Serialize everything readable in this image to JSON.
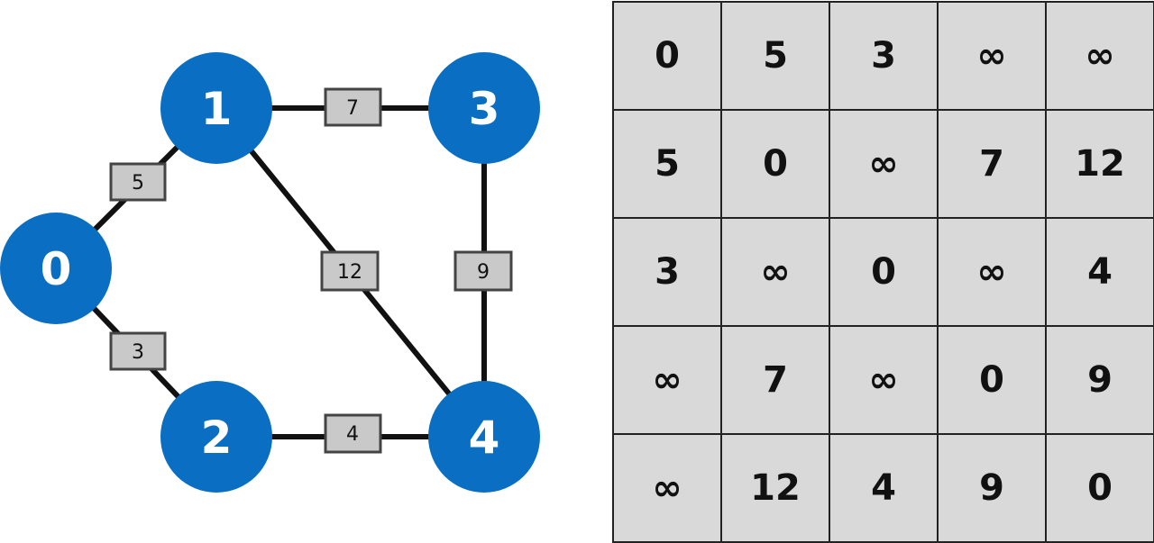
{
  "colors": {
    "node_fill": "#0a6fc2",
    "edge": "#111111",
    "weight_box_fill": "#c9c9c9",
    "weight_box_stroke": "#444444",
    "cell_fill": "#d9d9d9",
    "grid_line": "#222222"
  },
  "graph": {
    "nodes": [
      {
        "id": "0",
        "label": "0"
      },
      {
        "id": "1",
        "label": "1"
      },
      {
        "id": "2",
        "label": "2"
      },
      {
        "id": "3",
        "label": "3"
      },
      {
        "id": "4",
        "label": "4"
      }
    ],
    "edges": [
      {
        "from": "0",
        "to": "1",
        "weight": "5"
      },
      {
        "from": "0",
        "to": "2",
        "weight": "3"
      },
      {
        "from": "1",
        "to": "3",
        "weight": "7"
      },
      {
        "from": "1",
        "to": "4",
        "weight": "12"
      },
      {
        "from": "3",
        "to": "4",
        "weight": "9"
      },
      {
        "from": "2",
        "to": "4",
        "weight": "4"
      }
    ]
  },
  "matrix": {
    "rows": [
      [
        "0",
        "5",
        "3",
        "∞",
        "∞"
      ],
      [
        "5",
        "0",
        "∞",
        "7",
        "12"
      ],
      [
        "3",
        "∞",
        "0",
        "∞",
        "4"
      ],
      [
        "∞",
        "7",
        "∞",
        "0",
        "9"
      ],
      [
        "∞",
        "12",
        "4",
        "9",
        "0"
      ]
    ]
  }
}
